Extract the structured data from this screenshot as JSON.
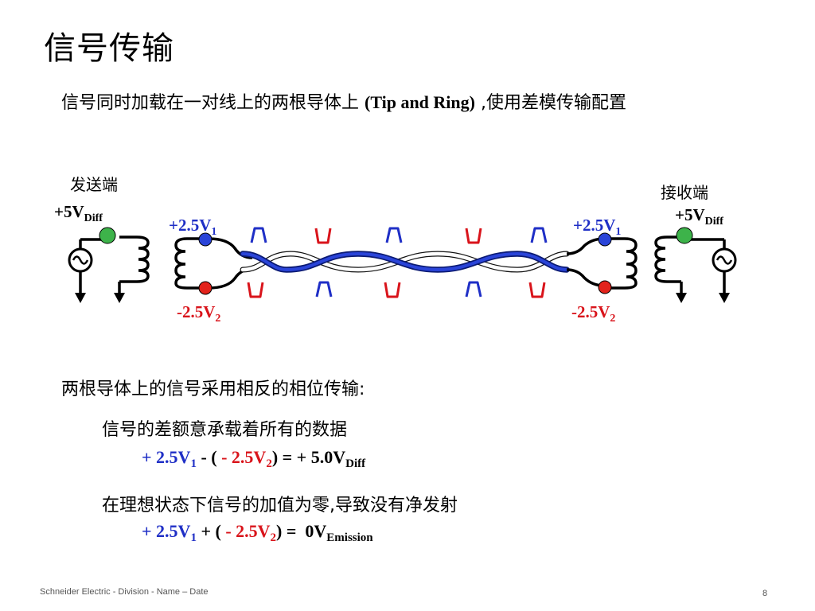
{
  "slide": {
    "title": "信号传输",
    "intro_pre": "信号同时加载在一对线上的两根导体上 ",
    "intro_bold": "(Tip and Ring)",
    "intro_post": " ,使用差模传输配置"
  },
  "diagram": {
    "sender_label": "发送端",
    "receiver_label": "接收端",
    "supply_left": "+5V",
    "supply_right": "+5V",
    "supply_sub": "Diff",
    "plus_left": "+2.5V",
    "plus_right": "+2.5V",
    "plus_sub": "1",
    "minus_left": "-2.5V",
    "minus_right": "-2.5V",
    "minus_sub": "2",
    "colors": {
      "plus": "#1f2fc6",
      "minus": "#d9141b",
      "wire_blue": "#1f2fc6",
      "node_green": "#3db34a",
      "node_blue": "#2a44d8",
      "node_red": "#e3231c"
    }
  },
  "section": {
    "heading": "两根导体上的信号采用相反的相位传输:",
    "point1": "信号的差额意承载着所有的数据",
    "eq1": {
      "a": "+ 2.5V",
      "a_sub": "1",
      "op": " - ( ",
      "b": "- 2.5V",
      "b_sub": "2",
      "rest": ") = + 5.0V",
      "rest_sub": "Diff"
    },
    "point2": "在理想状态下信号的加值为零,导致没有净发射",
    "eq2": {
      "a": "+ 2.5V",
      "a_sub": "1",
      "op": " + ( ",
      "b": "- 2.5V",
      "b_sub": "2",
      "rest": ") =  0V",
      "rest_sub": "Emission"
    }
  },
  "footer": {
    "text": "Schneider Electric - Division - Name – Date",
    "page": "8"
  }
}
